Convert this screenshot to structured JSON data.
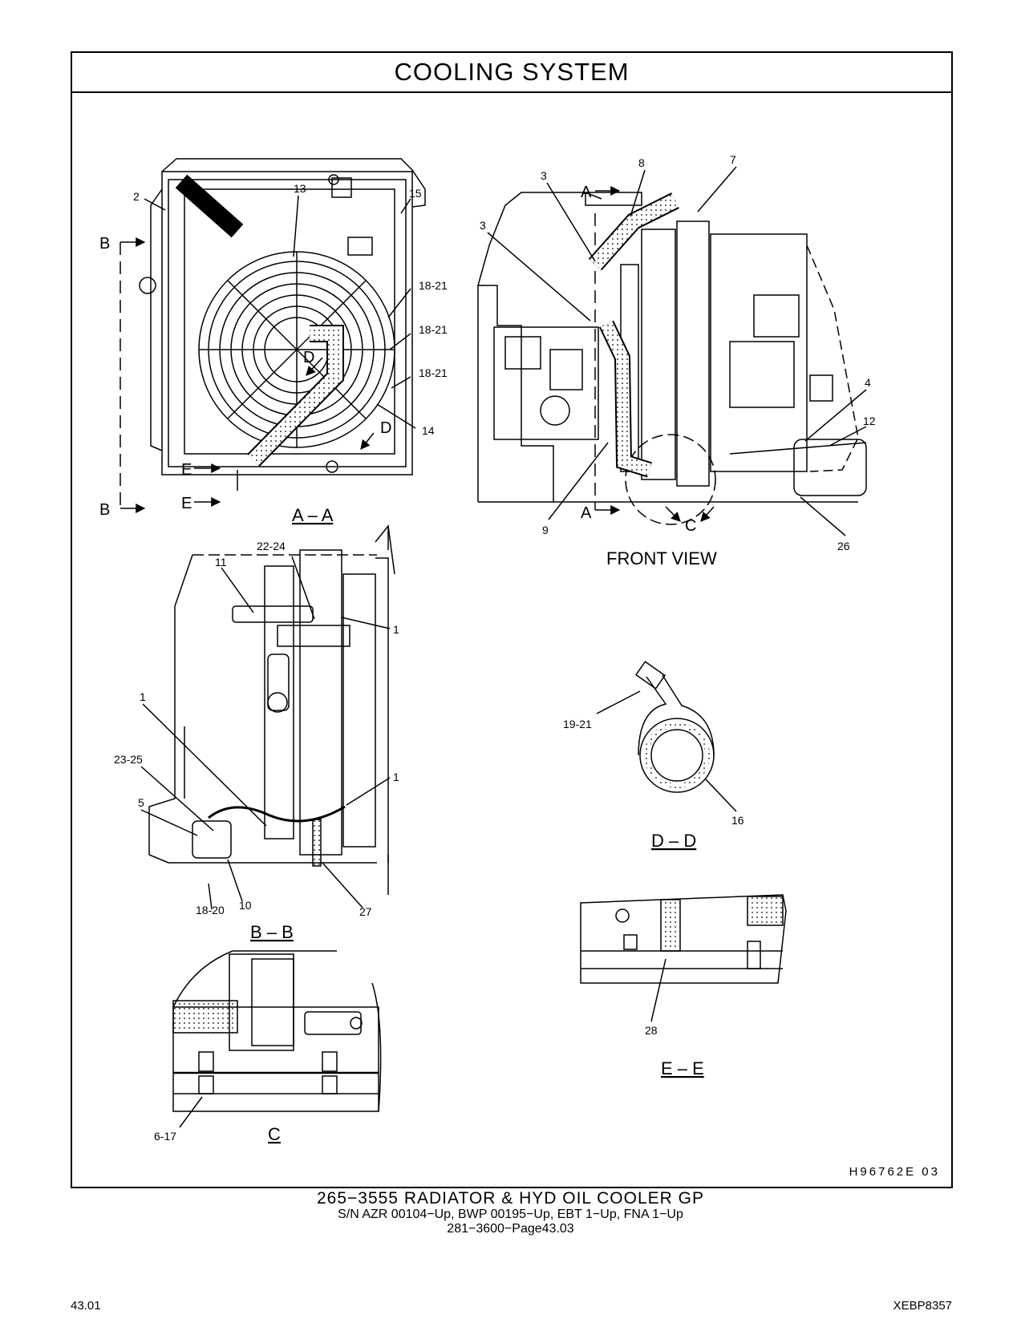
{
  "title": "COOLING   SYSTEM",
  "figure_number": "H96762E    03",
  "callouts": {
    "aa": [
      "2",
      "13",
      "15",
      "18-21",
      "18-21",
      "18-21",
      "14"
    ],
    "front": [
      "3",
      "3",
      "8",
      "7",
      "4",
      "12",
      "9",
      "26"
    ],
    "bb": [
      "11",
      "22-24",
      "1",
      "1",
      "1",
      "23-25",
      "5",
      "18-20",
      "10",
      "27"
    ],
    "dd": [
      "19-21",
      "16"
    ],
    "c": [
      "6-17"
    ],
    "ee": [
      "28"
    ]
  },
  "section_markers": {
    "a": "A",
    "b": "B",
    "c": "C",
    "d": "D",
    "e": "E"
  },
  "view_labels": {
    "aa": "A – A",
    "front": "FRONT  VIEW",
    "bb": "B – B",
    "dd": "D – D",
    "c": "C",
    "ee": "E – E"
  },
  "footer": {
    "part_title": "265−3555  RADIATOR & HYD OIL COOLER GP",
    "serials": "S/N AZR 00104−Up, BWP 00195−Up, EBT 1−Up, FNA 1−Up",
    "page_ref": "281−3600−Page43.03"
  },
  "page_number": "43.01",
  "document_number": "XEBP8357"
}
